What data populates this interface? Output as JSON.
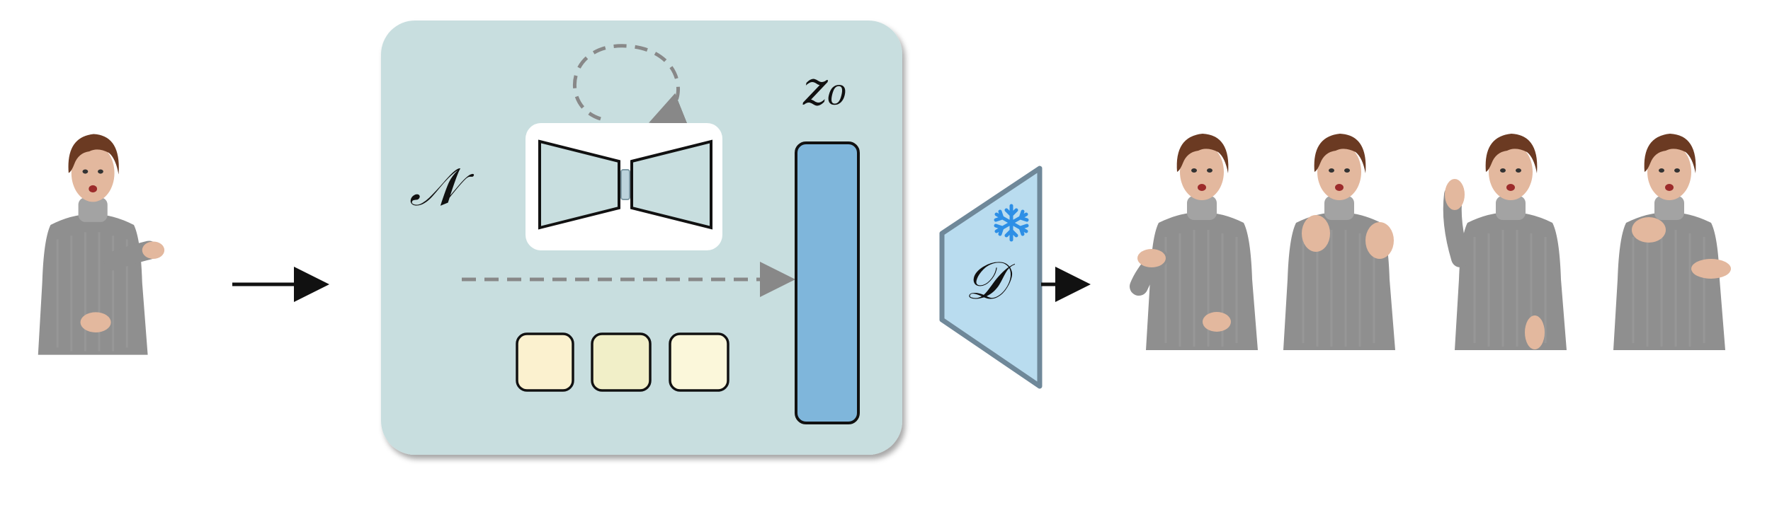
{
  "labels": {
    "network": "𝒩",
    "latent": "z₀",
    "decoder": "𝒟"
  },
  "icons": {
    "frozen": "snowflake-icon",
    "person": "signer-figure"
  },
  "colors": {
    "network_box": "#c8dedf",
    "latent_bar": "#7fb6db",
    "decoder": "#b9dcef",
    "decoder_border": "#6f8899",
    "token_1": "#fbf1cf",
    "token_2": "#f1efc8",
    "token_3": "#fbf7da",
    "sweater": "#8f8f8f",
    "hair": "#6b3a22",
    "skin": "#e3b89e",
    "snowflake": "#2d8fe6"
  },
  "output_frames": 4
}
